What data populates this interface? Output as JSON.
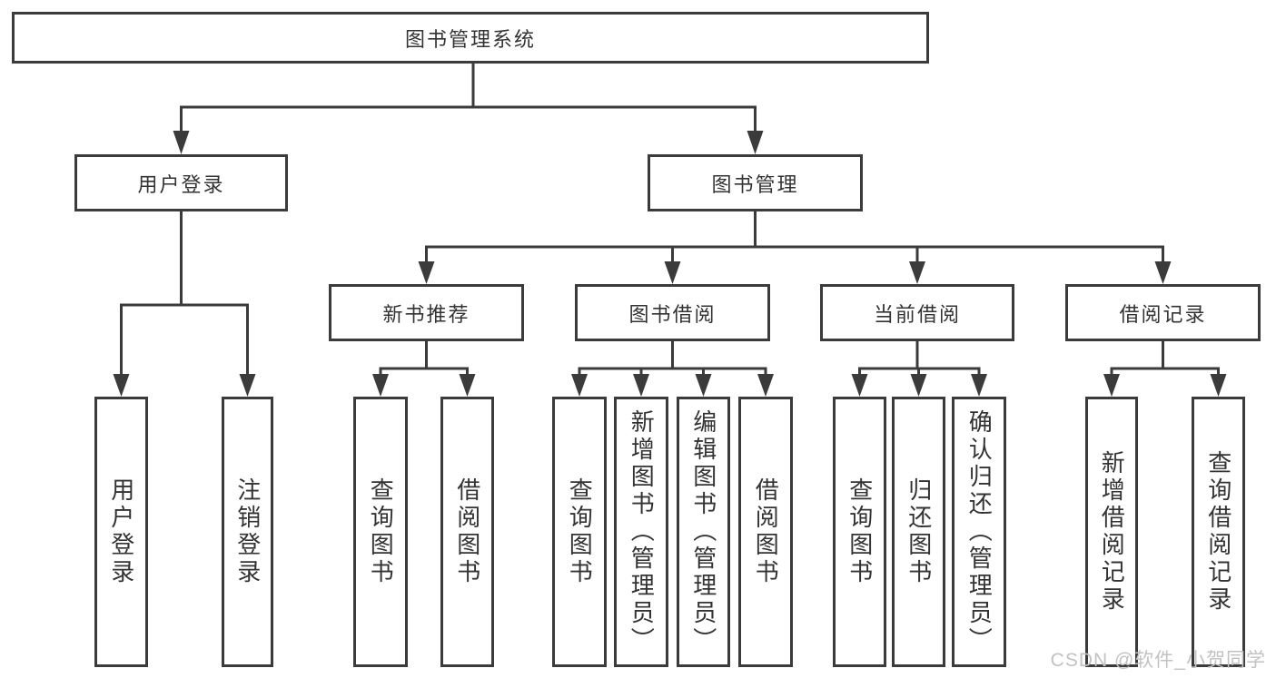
{
  "diagram": {
    "type": "hierarchy-tree",
    "colors": {
      "line": "#3b3b3b",
      "text": "#333333",
      "box_background": "#ffffff",
      "page_background": "#ffffff",
      "watermark_text": "#c2c2c2"
    },
    "tree": {
      "root": {
        "label": "图书管理系统"
      },
      "branches": [
        {
          "label": "用户登录",
          "children": [
            {
              "label": "用户登录"
            },
            {
              "label": "注销登录"
            }
          ]
        },
        {
          "label": "图书管理",
          "children": [
            {
              "label": "新书推荐",
              "children": [
                {
                  "label": "查询图书"
                },
                {
                  "label": "借阅图书"
                }
              ]
            },
            {
              "label": "图书借阅",
              "children": [
                {
                  "label": "查询图书"
                },
                {
                  "label": "新增图书（管理员）"
                },
                {
                  "label": "编辑图书（管理员）"
                },
                {
                  "label": "借阅图书"
                }
              ]
            },
            {
              "label": "当前借阅",
              "children": [
                {
                  "label": "查询图书"
                },
                {
                  "label": "归还图书"
                },
                {
                  "label": "确认归还（管理员）"
                }
              ]
            },
            {
              "label": "借阅记录",
              "children": [
                {
                  "label": "新增借阅记录"
                },
                {
                  "label": "查询借阅记录"
                }
              ]
            }
          ]
        }
      ]
    }
  },
  "watermark": "CSDN @软件_小贺同学"
}
